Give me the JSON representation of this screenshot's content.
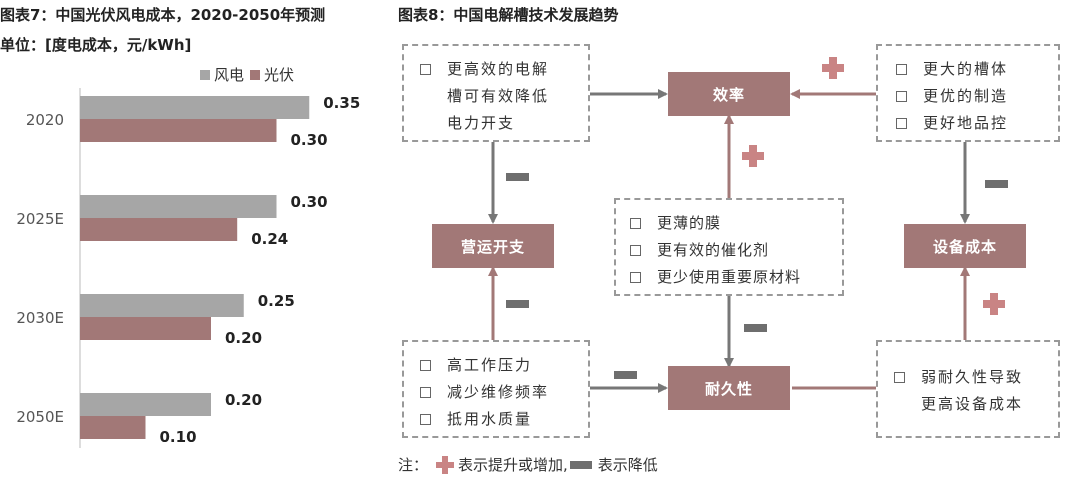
{
  "fig7": {
    "title": "图表7：中国光伏风电成本，2020-2050年预测",
    "unit": "单位：[度电成本，元/kWh]"
  },
  "fig8": {
    "title": "图表8：中国电解槽技术发展趋势",
    "nodes": {
      "efficiency": "效率",
      "opex": "营运开支",
      "equipment_cost": "设备成本",
      "durability": "耐久性"
    },
    "boxes": {
      "top_left": [
        "更高效的电解",
        "槽可有效降低",
        "电力开支"
      ],
      "top_right": [
        "更大的槽体",
        "更优的制造",
        "更好地品控"
      ],
      "center": [
        "更薄的膜",
        "更有效的催化剂",
        "更少使用重要原材料"
      ],
      "bottom_left": [
        "高工作压力",
        "减少维修频率",
        "抵用水质量"
      ],
      "bottom_right": [
        "弱耐久性导致",
        "更高设备成本"
      ]
    },
    "note": {
      "prefix": "注：",
      "plus_text": "表示提升或增加,",
      "minus_text": "表示降低"
    },
    "colors": {
      "node": "#a27877",
      "plus": "#c98484",
      "minus": "#6e6e6e"
    }
  },
  "chart_data": {
    "type": "bar",
    "orientation": "horizontal",
    "categories": [
      "2020",
      "2025E",
      "2030E",
      "2050E"
    ],
    "series": [
      {
        "name": "风电",
        "values": [
          0.35,
          0.3,
          0.25,
          0.2
        ],
        "color": "#a6a6a6"
      },
      {
        "name": "光伏",
        "values": [
          0.3,
          0.24,
          0.2,
          0.1
        ],
        "color": "#a27877"
      }
    ],
    "legend_position": "top-right",
    "grid": false,
    "xlim": [
      0,
      0.4
    ]
  }
}
